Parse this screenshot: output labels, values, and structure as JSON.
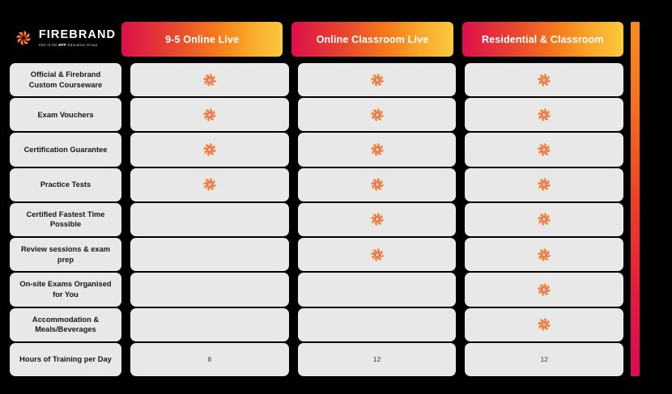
{
  "brand": {
    "name": "FIREBRAND",
    "tagline_prefix": "Part of the ",
    "tagline_bold": "BPP",
    "tagline_suffix": " Education Group",
    "mark_icon": "firebrand-pinwheel-icon"
  },
  "colors": {
    "gradient_start": "#dd0f4b",
    "gradient_mid": "#f4781c",
    "gradient_end": "#fbc93d",
    "cell_background": "#e8e8e8",
    "page_background": "#000000",
    "label_text": "#15161a",
    "header_text": "#ffffff"
  },
  "columns": [
    {
      "id": "online-live-9-5",
      "label": "9-5 Online Live"
    },
    {
      "id": "online-classroom-live",
      "label": "Online Classroom Live"
    },
    {
      "id": "residential-classroom",
      "label": "Residential & Classroom"
    }
  ],
  "rows": [
    {
      "id": "official-firebrand-custom-courseware",
      "label": "Official & Firebrand Custom Courseware",
      "type": "check",
      "values": [
        true,
        true,
        true
      ]
    },
    {
      "id": "exam-vouchers",
      "label": "Exam Vouchers",
      "type": "check",
      "values": [
        true,
        true,
        true
      ]
    },
    {
      "id": "certification-guarantee",
      "label": "Certification Guarantee",
      "type": "check",
      "values": [
        true,
        true,
        true
      ]
    },
    {
      "id": "practice-tests",
      "label": "Practice Tests",
      "type": "check",
      "values": [
        true,
        true,
        true
      ]
    },
    {
      "id": "certified-fastest-time-possible",
      "label": "Certified Fastest Time Possible",
      "type": "check",
      "values": [
        false,
        true,
        true
      ]
    },
    {
      "id": "review-sessions-exam-prep",
      "label": "Review sessions & exam prep",
      "type": "check",
      "values": [
        false,
        true,
        true
      ]
    },
    {
      "id": "on-site-exams-organised-for-you",
      "label": "On-site Exams Organised for You",
      "type": "check",
      "values": [
        false,
        false,
        true
      ]
    },
    {
      "id": "accommodation-meals-beverages",
      "label": "Accommodation & Meals/Beverages",
      "type": "check",
      "values": [
        false,
        false,
        true
      ]
    },
    {
      "id": "hours-of-training-per-day",
      "label": "Hours of Training per Day",
      "type": "value",
      "values": [
        "8",
        "12",
        "12"
      ]
    }
  ],
  "scrollbar": {
    "name": "vertical-scrollbar",
    "thumb_gradient_top": "#f98a21",
    "thumb_gradient_bottom": "#de0b55"
  }
}
